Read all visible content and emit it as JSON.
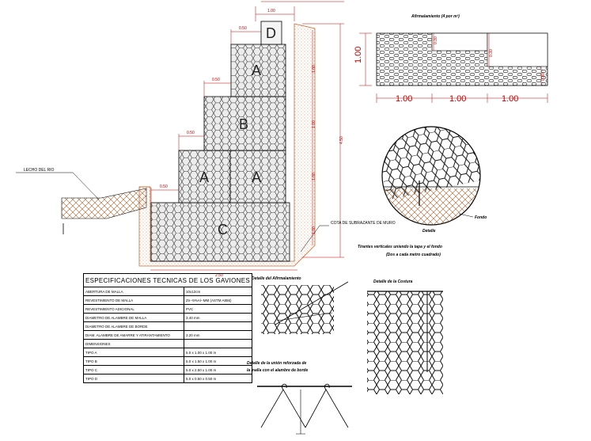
{
  "colors": {
    "gabion_fill": "#ececec",
    "mesh": "#333333",
    "concrete": "#c87038",
    "dim_red": "#c00000",
    "soil": "#a06030",
    "ink": "#000000"
  },
  "main": {
    "block_labels": [
      "D",
      "A",
      "B",
      "A",
      "A",
      "C"
    ],
    "offset_labels": [
      "0.50",
      "0.50",
      "0.50",
      "0.50"
    ],
    "top_dim": "1.00",
    "right_dims": [
      "1.00",
      "1.00",
      "1.00",
      "1.00"
    ],
    "total_height": "4.50",
    "bottom_dim": "2.50",
    "riverbed_label": "LECHO DEL RIO",
    "foundation_label": "COTA DE SUBRAZANTE DE MURO"
  },
  "mattress": {
    "title": "Afirmalamiento (4 por m²)",
    "height_dim": "1.00",
    "width_dims": [
      "1.00",
      "1.00",
      "1.00"
    ],
    "small_dims": [
      "0.30",
      "0.30",
      "0.30"
    ]
  },
  "detail": {
    "label": "Detalle",
    "fondo_label": "Fondo",
    "caption_line1": "Tirantes verticales uniendo la tapa y el fondo",
    "caption_line2": "(Dos a cada metro cuadrado)"
  },
  "spec_table": {
    "title": "ESPECIFICACIONES TECNICAS DE LOS GAVIONES",
    "rows": [
      [
        "ABERTURA DE MALLA",
        "10x12cm"
      ],
      [
        "REVESTIMIENTO DE MALLA",
        "Zn--5%Al--MM (ASTM A856)"
      ],
      [
        "REVESTIMIENTO ADICIONAL",
        "PVC"
      ],
      [
        "DIAMETRO DE ALAMBRE DE MALLA",
        "3.40 mm"
      ],
      [
        "DIAMETRO DE ALAMBRE DE BORDE",
        ""
      ],
      [
        "DIAM. ALAMBRE DE AMARRE Y ATIRANTAMIENTO",
        "3.20 mm"
      ],
      [
        "DIMENSIONES",
        ""
      ],
      [
        "TIPO A",
        "5.0 x 1.00 x 1.00 m"
      ],
      [
        "TIPO B",
        "5.0 x 1.50 x 1.00 m"
      ],
      [
        "TIPO C",
        "5.0 x 2.50 x 1.00 m"
      ],
      [
        "TIPO D",
        "5.0 x 0.50 x 0.50 m"
      ]
    ]
  },
  "details": {
    "afirmalamiento": "Detalle del Afirmalamiento",
    "costura": "Detalle de la Costura",
    "union_line1": "Detalle de la unión reforzada de",
    "union_line2": "la malla con el alambre de borde"
  }
}
